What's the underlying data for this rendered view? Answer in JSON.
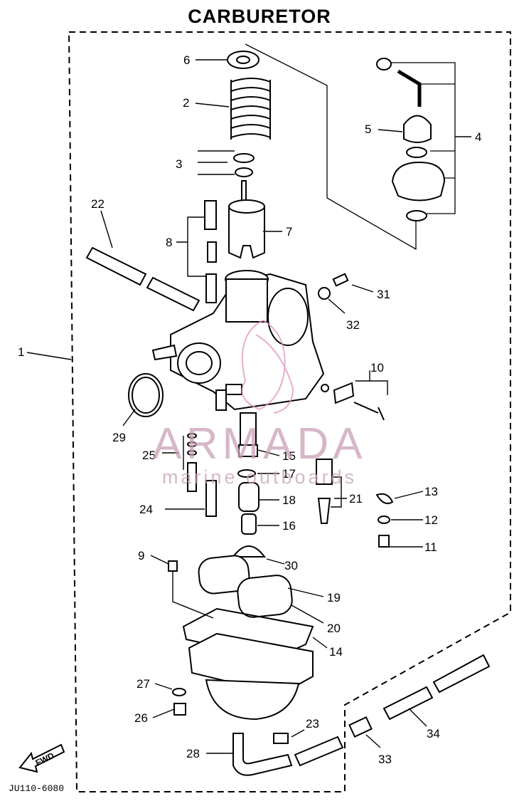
{
  "title": "CARBURETOR",
  "diagram_code": "JU110-6080",
  "direction_label": "FWD",
  "watermark": {
    "main": "ARMADA",
    "sub": "marine outboards"
  },
  "callouts": [
    "1",
    "2",
    "3",
    "4",
    "5",
    "6",
    "7",
    "8",
    "9",
    "10",
    "11",
    "12",
    "13",
    "14",
    "15",
    "16",
    "17",
    "18",
    "19",
    "20",
    "21",
    "22",
    "23",
    "24",
    "25",
    "26",
    "27",
    "28",
    "29",
    "30",
    "31",
    "32",
    "33",
    "34"
  ]
}
